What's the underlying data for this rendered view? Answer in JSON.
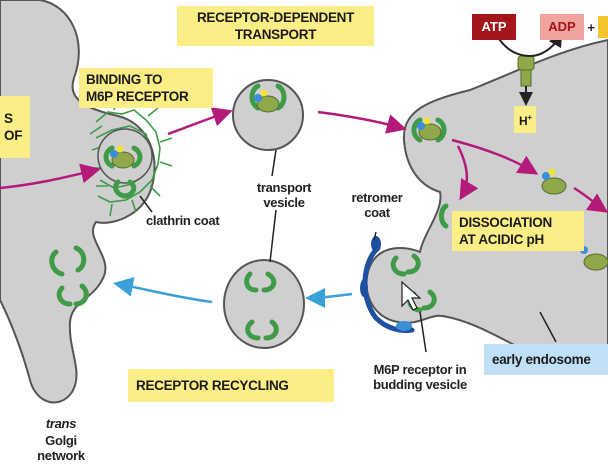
{
  "labels": {
    "receptor_dependent_transport": "RECEPTOR-DEPENDENT\nTRANSPORT",
    "binding_to_m6p_receptor": "BINDING TO\nM6P RECEPTOR",
    "s_of": "S OF",
    "clathrin_coat": "clathrin coat",
    "transport_vesicle": "transport\nvesicle",
    "retromer_coat": "retromer\ncoat",
    "dissociation": "DISSOCIATION\nAT ACIDIC pH",
    "receptor_recycling": "RECEPTOR RECYCLING",
    "m6p_receptor_budding": "M6P receptor in\nbudding vesicle",
    "early_endosome": "early endosome",
    "trans_golgi_italic": "trans",
    "golgi_network": "Golgi\nnetwork",
    "atp": "ATP",
    "adp": "ADP",
    "plus": "+",
    "h_plus": "H"
  },
  "colors": {
    "membrane": "#cfcfcf",
    "membrane_edge": "#555555",
    "receptor": "#3f9b48",
    "cargo": "#8fa94a",
    "m6p_blue": "#3b8fd9",
    "m6p_yellow": "#f4e23a",
    "magenta_arrow": "#b31a7a",
    "blue_arrow": "#3aa0d8",
    "label_yellow": "#fbee87",
    "label_blue": "#bfe0f5",
    "atp_red": "#a4161a",
    "adp_pink": "#f1a3a0",
    "retromer_blue": "#1f4fa0"
  },
  "icons": [
    "atp-pump-icon",
    "mouse-cursor-icon"
  ]
}
